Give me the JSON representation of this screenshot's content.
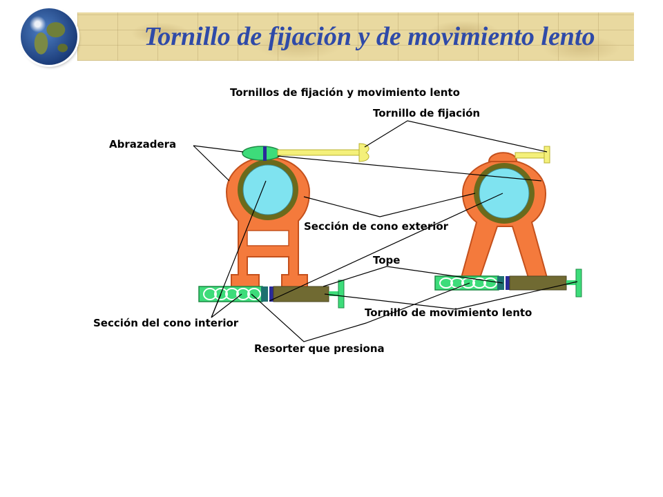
{
  "header": {
    "title": "Tornillo de fijación y de movimiento lento"
  },
  "labels": {
    "tornillos_fijacion_mov": "Tornillos de fijación y movimiento lento",
    "tornillo_fijacion": "Tornillo de fijación",
    "abrazadera": "Abrazadera",
    "seccion_cono_exterior": "Sección de cono exterior",
    "tope": "Tope",
    "tornillo_mov_lento": "Tornillo de movimiento lento",
    "seccion_cono_interior": "Sección del cono interior",
    "resorte": "Resorter que presiona"
  },
  "colors": {
    "clamp": "#f47a3c",
    "ring": "#6b6a1c",
    "lens": "#7fe3f0",
    "screw": "#f4f07a",
    "green": "#3ddc7a",
    "rod": "#706a32",
    "title": "#2f4aa8"
  }
}
